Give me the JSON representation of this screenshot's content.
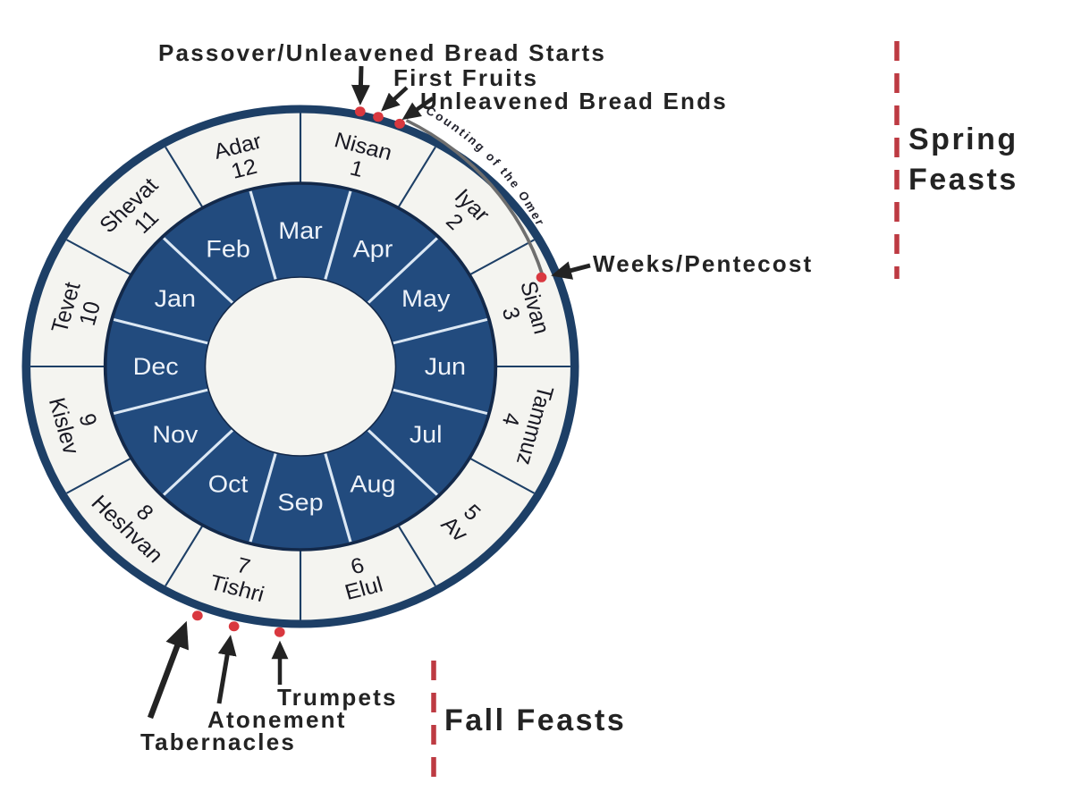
{
  "colors": {
    "navy": "#1d3f66",
    "blue_fill": "#224b7e",
    "blue_outline": "#13294a",
    "ring_bg": "#f4f4f0",
    "inner_divider": "#dce8f4",
    "inner_text": "#edf2f9",
    "outer_text": "#191923",
    "dot_red": "#d9383f",
    "dash_red": "#bd3a42",
    "ink": "#232323",
    "omer_gray": "#6e6e6e"
  },
  "wheel": {
    "hebrew_months": [
      {
        "name": "Nisan",
        "number": "1"
      },
      {
        "name": "Iyar",
        "number": "2"
      },
      {
        "name": "Sivan",
        "number": "3"
      },
      {
        "name": "Tammuz",
        "number": "4"
      },
      {
        "name": "Av",
        "number": "5"
      },
      {
        "name": "Elul",
        "number": "6"
      },
      {
        "name": "Tishri",
        "number": "7"
      },
      {
        "name": "Heshvan",
        "number": "8"
      },
      {
        "name": "Kislev",
        "number": "9"
      },
      {
        "name": "Tevet",
        "number": "10"
      },
      {
        "name": "Shevat",
        "number": "11"
      },
      {
        "name": "Adar",
        "number": "12"
      }
    ],
    "gregorian_months": [
      "Mar",
      "Apr",
      "May",
      "Jun",
      "Jul",
      "Aug",
      "Sep",
      "Oct",
      "Nov",
      "Dec",
      "Jan",
      "Feb"
    ],
    "omer": {
      "label": "Counting of the Omer"
    }
  },
  "feasts": [
    {
      "id": "passover",
      "label": "Passover/Unleavened Bread Starts",
      "season": "spring",
      "dot_angle": 12.4,
      "dot_radius": 292
    },
    {
      "id": "first-fruits",
      "label": "First Fruits",
      "season": "spring",
      "dot_angle": 16.3,
      "dot_radius": 291
    },
    {
      "id": "unleavened-bread-ends",
      "label": "Unleavened Bread Ends",
      "season": "spring",
      "dot_angle": 21.0,
      "dot_radius": 291
    },
    {
      "id": "weeks-pentecost",
      "label": "Weeks/Pentecost",
      "season": "spring",
      "dot_angle": 68.5,
      "dot_radius": 272
    },
    {
      "id": "trumpets",
      "label": "Trumpets",
      "season": "fall",
      "dot_angle": 184.2,
      "dot_radius": 298
    },
    {
      "id": "atonement",
      "label": "Atonement",
      "season": "fall",
      "dot_angle": 193.5,
      "dot_radius": 299
    },
    {
      "id": "tabernacles",
      "label": "Tabernacles",
      "season": "fall",
      "dot_angle": 201.2,
      "dot_radius": 299
    }
  ],
  "headings": {
    "spring_line1": "Spring",
    "spring_line2": "Feasts",
    "fall": "Fall Feasts"
  }
}
